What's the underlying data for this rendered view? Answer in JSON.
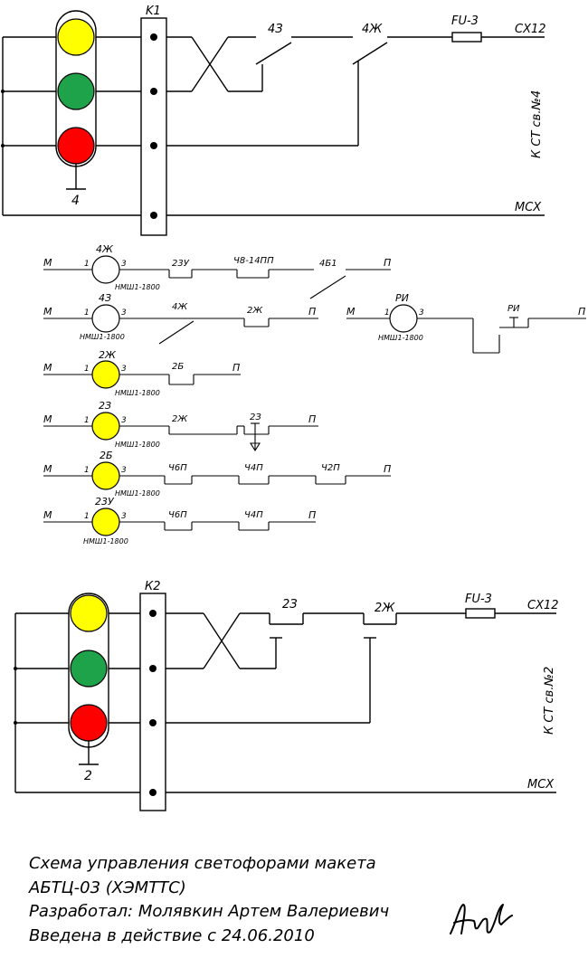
{
  "top": {
    "terminal": "K1",
    "contact_green": "4З",
    "contact_yellow": "4Ж",
    "fuse": "FU-3",
    "supply": "СХ12",
    "common": "МСХ",
    "vertical_label": "К СТ св.№4",
    "ground": "4"
  },
  "relays": [
    {
      "name": "4Ж",
      "lamp": "white",
      "model": "НМШ1-1800",
      "left": "М",
      "pin1": "1",
      "pin3": "3",
      "contacts": [
        "23У",
        "Ч8-14ПП",
        "4Б1"
      ],
      "end": "П"
    },
    {
      "name": "4З",
      "lamp": "white",
      "model": "НМШ1-1800",
      "left": "М",
      "pin1": "1",
      "pin3": "3",
      "contacts": [
        "4Ж",
        "2Ж"
      ],
      "end": "П"
    },
    {
      "name": "2Ж",
      "lamp": "yellow",
      "model": "НМШ1-1800",
      "left": "М",
      "pin1": "1",
      "pin3": "3",
      "contacts": [
        "2Б"
      ],
      "end": "П"
    },
    {
      "name": "2З",
      "lamp": "yellow",
      "model": "НМШ1-1800",
      "left": "М",
      "pin1": "1",
      "pin3": "3",
      "contacts": [
        "2Ж",
        "2З"
      ],
      "end": "П"
    },
    {
      "name": "2Б",
      "lamp": "yellow",
      "model": "НМШ1-1800",
      "left": "М",
      "pin1": "1",
      "pin3": "3",
      "contacts": [
        "Ч6П",
        "Ч4П",
        "Ч2П"
      ],
      "end": "П"
    },
    {
      "name": "23У",
      "lamp": "yellow",
      "model": "НМШ1-1800",
      "left": "М",
      "pin1": "1",
      "pin3": "3",
      "contacts": [
        "Ч6П",
        "Ч4П"
      ],
      "end": "П"
    }
  ],
  "ri": {
    "name": "РИ",
    "model": "НМШ1-1800",
    "left": "М",
    "pin1": "1",
    "pin3": "3",
    "contact": "РИ",
    "end": "П"
  },
  "bottom": {
    "terminal": "К2",
    "contact_green": "2З",
    "contact_yellow": "2Ж",
    "fuse": "FU-3",
    "supply": "СХ12",
    "common": "МСХ",
    "vertical_label": "К СТ св.№2",
    "ground": "2"
  },
  "caption": {
    "line1": "Схема управления светофорами макета",
    "line2": "АБТЦ-03 (ХЭМТТС)",
    "line3": "Разработал: Молявкин Артем Валериевич",
    "line4": "Введена в действие с 24.06.2010"
  },
  "colors": {
    "yellow": "#ffff00",
    "green": "#1fa34a",
    "red": "#ff0000",
    "lamp_white": "#ffffff",
    "line": "#000000"
  }
}
